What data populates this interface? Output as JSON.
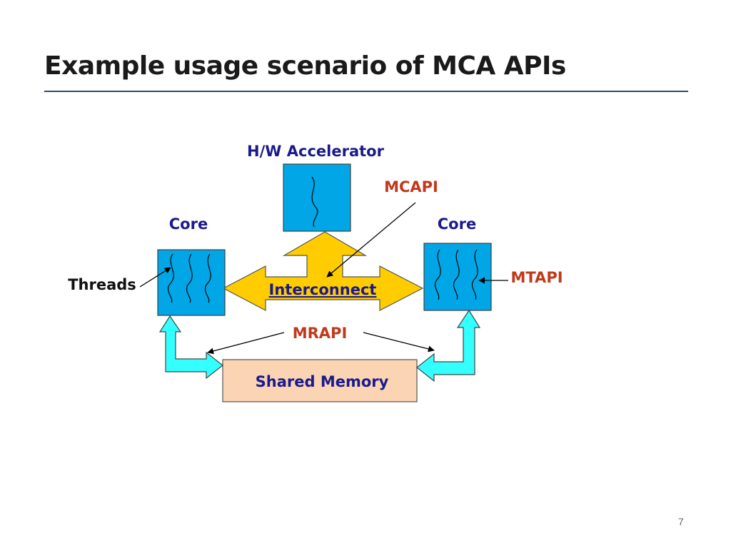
{
  "slide": {
    "title": "Example usage scenario of MCA APIs",
    "page_number": "7"
  },
  "diagram": {
    "hw_accelerator_label": "H/W Accelerator",
    "left_core_label": "Core",
    "right_core_label": "Core",
    "threads_label": "Threads",
    "interconnect_label": "Interconnect",
    "shared_memory_label": "Shared Memory",
    "mcapi_label": "MCAPI",
    "mtapi_label": "MTAPI",
    "mrapi_label": "MRAPI"
  },
  "colors": {
    "core_fill": "#00a6e6",
    "interconnect_fill": "#ffcc00",
    "memory_fill": "#fbd4b4",
    "link_arrow_fill": "#33ffff",
    "label_blue": "#1a1a8c",
    "label_red": "#c0391b"
  }
}
